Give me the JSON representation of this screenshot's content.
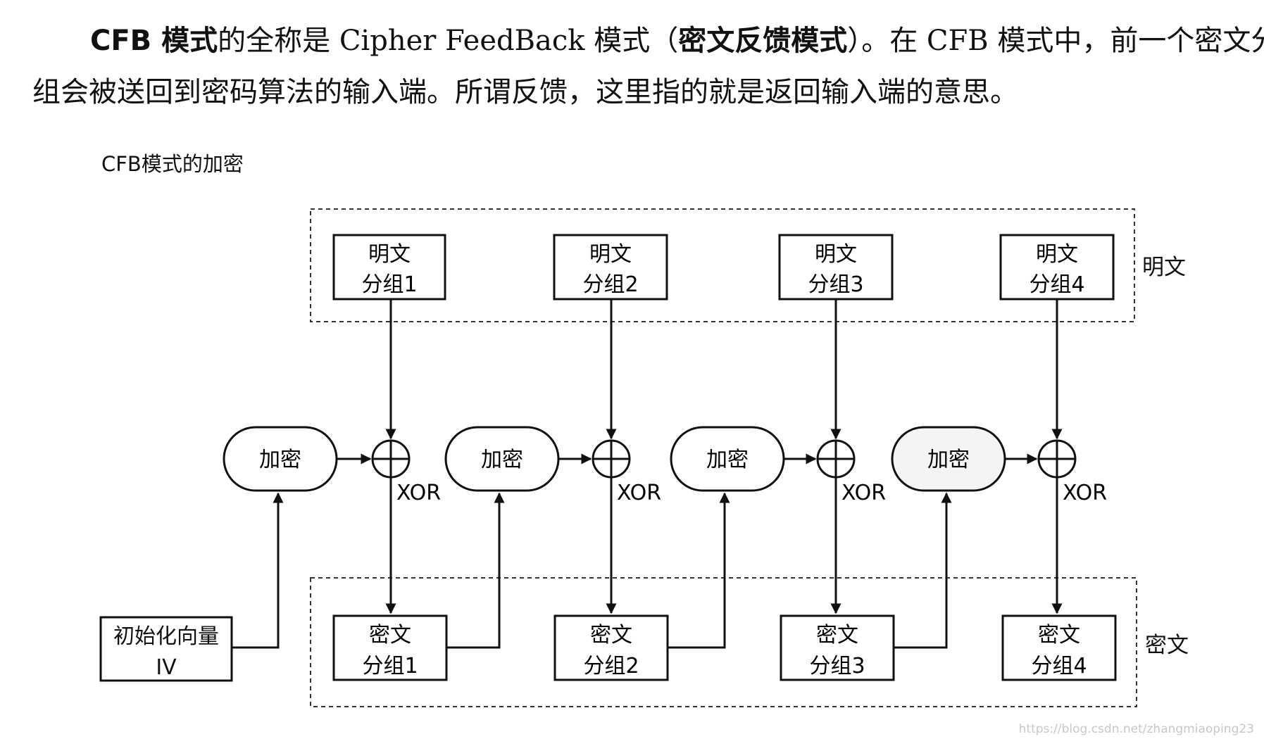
{
  "paragraph": {
    "l1_a": "CFB",
    "l1_b": " 模式",
    "l1_c": "的全称是 Cipher FeedBack 模式（",
    "l1_d": "密文反馈模式",
    "l1_e": "）。在 CFB 模式中，前一个密文分",
    "l2": "组会被送回到密码算法的输入端。所谓反馈，这里指的就是返回输入端的意思。"
  },
  "caption": "CFB模式的加密",
  "diagram": {
    "plaintext_group_label": "明文",
    "ciphertext_group_label": "密文",
    "iv": {
      "line1": "初始化向量",
      "line2": "IV"
    },
    "stages": [
      {
        "plain_l1": "明文",
        "plain_l2": "分组1",
        "encrypt": "加密",
        "xor": "XOR",
        "cipher_l1": "密文",
        "cipher_l2": "分组1"
      },
      {
        "plain_l1": "明文",
        "plain_l2": "分组2",
        "encrypt": "加密",
        "xor": "XOR",
        "cipher_l1": "密文",
        "cipher_l2": "分组2"
      },
      {
        "plain_l1": "明文",
        "plain_l2": "分组3",
        "encrypt": "加密",
        "xor": "XOR",
        "cipher_l1": "密文",
        "cipher_l2": "分组3"
      },
      {
        "plain_l1": "明文",
        "plain_l2": "分组4",
        "encrypt": "加密",
        "xor": "XOR",
        "cipher_l1": "密文",
        "cipher_l2": "分组4"
      }
    ]
  },
  "watermark": "https://blog.csdn.net/zhangmiaoping23"
}
